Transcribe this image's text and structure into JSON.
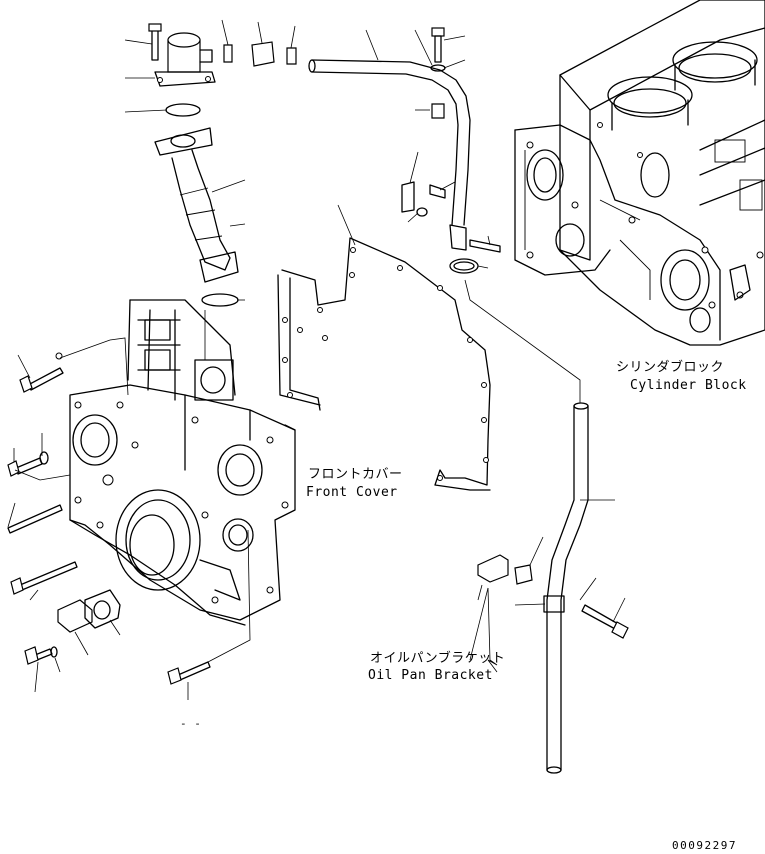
{
  "labels": {
    "cylinder_block_jp": "シリンダブロック",
    "cylinder_block_en": "Cylinder Block",
    "front_cover_jp": "フロントカバー",
    "front_cover_en": "Front Cover",
    "oil_pan_bracket_jp": "オイルパンブラケット",
    "oil_pan_bracket_en": "Oil Pan Bracket",
    "drawing_number": "00092297",
    "dash_marks": "- -"
  }
}
